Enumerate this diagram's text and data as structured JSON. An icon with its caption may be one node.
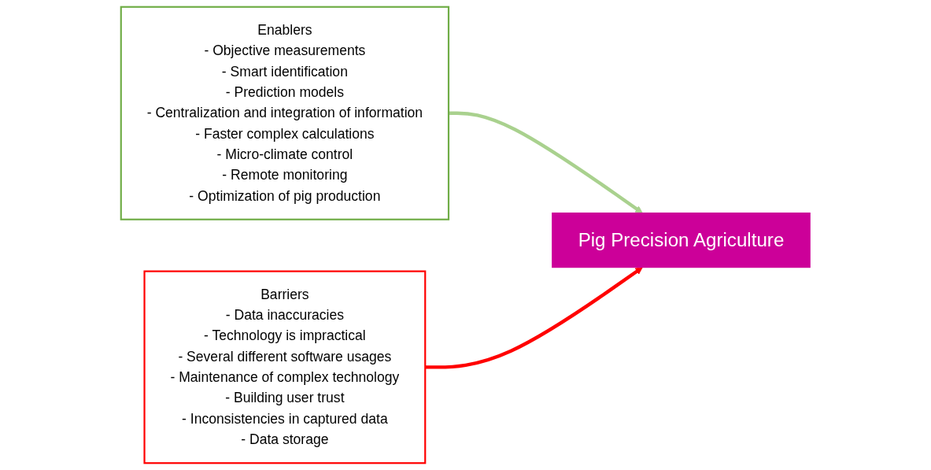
{
  "diagram": {
    "nodes": [
      {
        "text": [
          "Enablers",
          "- Objective measurements",
          "- Smart identification",
          "- Prediction models",
          "- Centralization and integration of information",
          "- Faster complex calculations",
          "- Micro-climate control",
          "- Remote monitoring",
          "- Optimization of pig production"
        ]
      },
      {
        "text": [
          "Pig Precision Agriculture"
        ]
      },
      {
        "text": [
          "Barriers",
          "- Data inaccuracies",
          "- Technology is impractical",
          "- Several different software usages",
          "- Maintenance of complex technology",
          "- Building user trust",
          "- Inconsistencies in captured data",
          "- Data storage"
        ]
      }
    ],
    "edges": [
      {
        "from": 0,
        "to": 1,
        "arrow": "to",
        "color": "#a9d18e"
      },
      {
        "from": 2,
        "to": 1,
        "arrow": "to",
        "color": "#ff0000"
      }
    ]
  }
}
